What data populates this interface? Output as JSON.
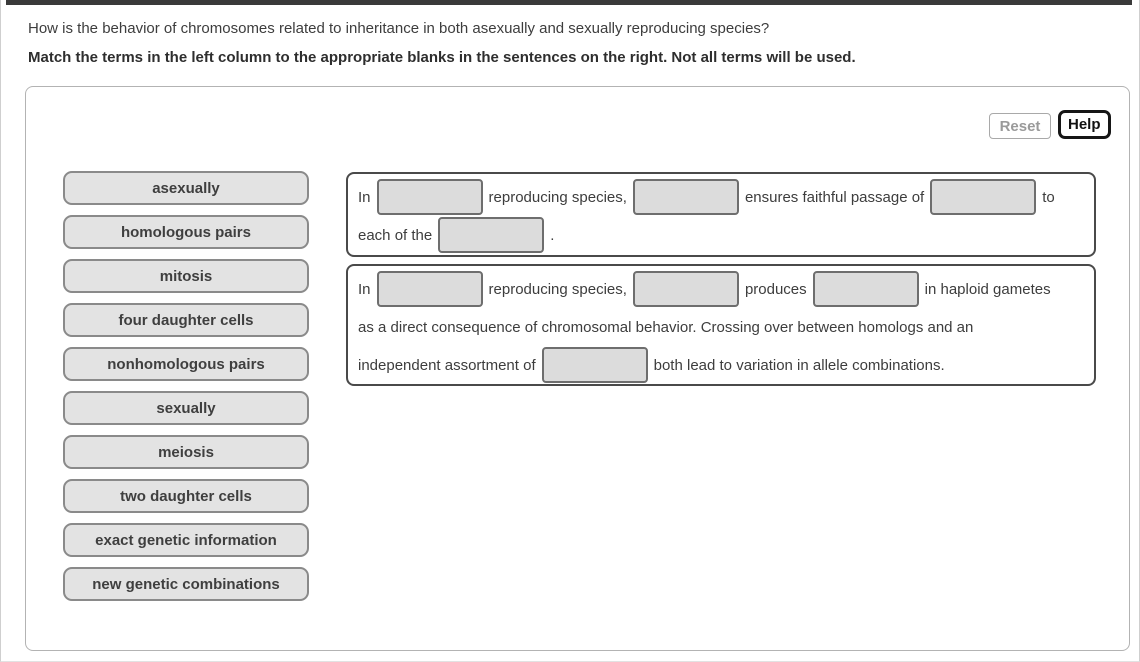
{
  "page": {
    "question": "How is the behavior of chromosomes related to inheritance in both asexually and sexually reproducing species?",
    "instruction": "Match the terms in the left column to the appropriate blanks in the sentences on the right. Not all terms will be used."
  },
  "toolbar": {
    "reset_label": "Reset",
    "help_label": "Help"
  },
  "terms": [
    "asexually",
    "homologous pairs",
    "mitosis",
    "four daughter cells",
    "nonhomologous pairs",
    "sexually",
    "meiosis",
    "two daughter cells",
    "exact genetic information",
    "new genetic combinations"
  ],
  "sentences": [
    {
      "lines": [
        [
          {
            "text": "In"
          },
          {
            "blank": true
          },
          {
            "text": "reproducing species,"
          },
          {
            "blank": true
          },
          {
            "text": "ensures faithful passage of"
          },
          {
            "blank": true
          },
          {
            "text": "to"
          }
        ],
        [
          {
            "text": "each of the"
          },
          {
            "blank": true
          },
          {
            "text": "."
          }
        ]
      ]
    },
    {
      "lines": [
        [
          {
            "text": "In"
          },
          {
            "blank": true
          },
          {
            "text": "reproducing species,"
          },
          {
            "blank": true
          },
          {
            "text": "produces"
          },
          {
            "blank": true
          },
          {
            "text": "in haploid gametes"
          }
        ],
        [
          {
            "text": "as a direct consequence of chromosomal behavior. Crossing over between homologs and an"
          }
        ],
        [
          {
            "text": "independent assortment of"
          },
          {
            "blank": true
          },
          {
            "text": "both lead to variation in allele combinations."
          }
        ]
      ]
    }
  ],
  "colors": {
    "top_bar": "#3a3a3a",
    "term_fill": "#e3e3e3",
    "term_border": "#8a8a8a",
    "blank_fill": "#dcdcdc",
    "blank_border": "#6e6e6e",
    "box_border": "#4a4a4a",
    "reset_text": "#9a9a9a",
    "help_border": "#161616"
  }
}
